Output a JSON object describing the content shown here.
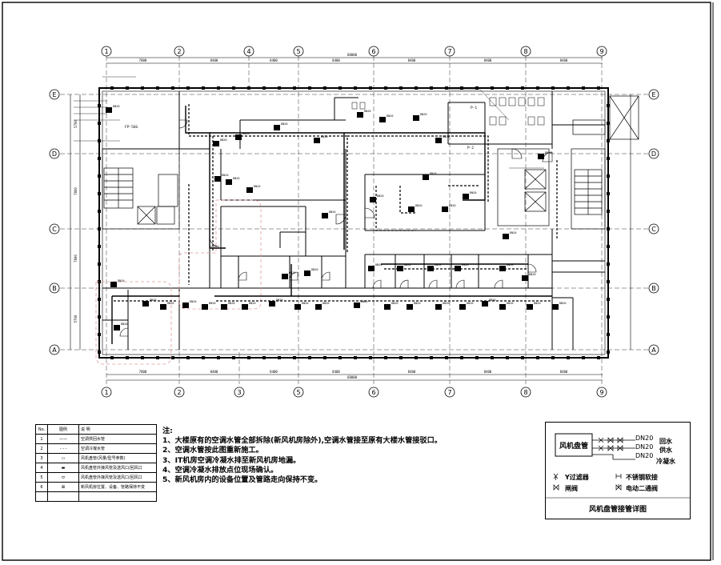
{
  "drawing": {
    "top_axes": [
      "1",
      "2",
      "4",
      "5",
      "6",
      "7",
      "8",
      "9"
    ],
    "bottom_axes": [
      "1",
      "2",
      "3",
      "5",
      "6",
      "7",
      "8",
      "9"
    ],
    "row_axes": [
      "E",
      "D",
      "C",
      "B",
      "A"
    ],
    "top_total_dim": "68000",
    "bottom_total_dim": "68000",
    "bay_dims": [
      "7800",
      "8400",
      "8400",
      "8400",
      "8400",
      "8400",
      "8400",
      "7800"
    ],
    "left_row_dims": [
      "5700",
      "7800",
      "7800",
      "5700"
    ],
    "equipment_label": "FP-56G",
    "fcu_tag": "DN20",
    "room_labels": [
      "P-1",
      "P-2"
    ]
  },
  "legend": {
    "header_no": "No.",
    "header_symbol": "图例",
    "header_desc": "说 明",
    "rows": [
      {
        "no": "1",
        "symbol": "——",
        "desc": "空调供回水管"
      },
      {
        "no": "2",
        "symbol": "- - -",
        "desc": "空调冷凝水管"
      },
      {
        "no": "3",
        "symbol": "▭",
        "desc": "风机盘管(风量/型号参数)"
      },
      {
        "no": "4",
        "symbol": "▬",
        "desc": "风机盘管外接风管及送风口/回风口"
      },
      {
        "no": "5",
        "symbol": "⬭",
        "desc": "风机盘管外接风管及送风口/回风口"
      },
      {
        "no": "6",
        "symbol": "⊠",
        "desc": "新风机房位置、设备、管路保持不变"
      },
      {
        "no": "",
        "symbol": "",
        "desc": ""
      }
    ]
  },
  "notes": {
    "title": "注:",
    "items": [
      "1、大楼原有的空调水管全部拆除(新风机房除外),空调水管接至原有大楼水管接驳口。",
      "2、空调水管按此图重新施工。",
      "3、IT机房空调冷凝水排至新风机房地漏。",
      "4、空调冷凝水排放点位现场确认。",
      "5、新风机房内的设备位置及管路走向保持不变。"
    ]
  },
  "detail": {
    "unit_label": "风机盘管",
    "dn_top": "DN20",
    "dn_mid": "DN20",
    "dn_bot": "DN20",
    "return_label": "回水",
    "supply_label": "供水",
    "condensate_label": "冷凝水",
    "y_filter": "Y过滤器",
    "stainless_hose": "不锈钢软接",
    "gate_valve": "闸阀",
    "electric_valve": "电动二通阀",
    "caption": "风机盘管接管详图"
  },
  "colors": {
    "line": "#000000",
    "pink_dashed": "#e39a9a",
    "wall": "#000000"
  }
}
